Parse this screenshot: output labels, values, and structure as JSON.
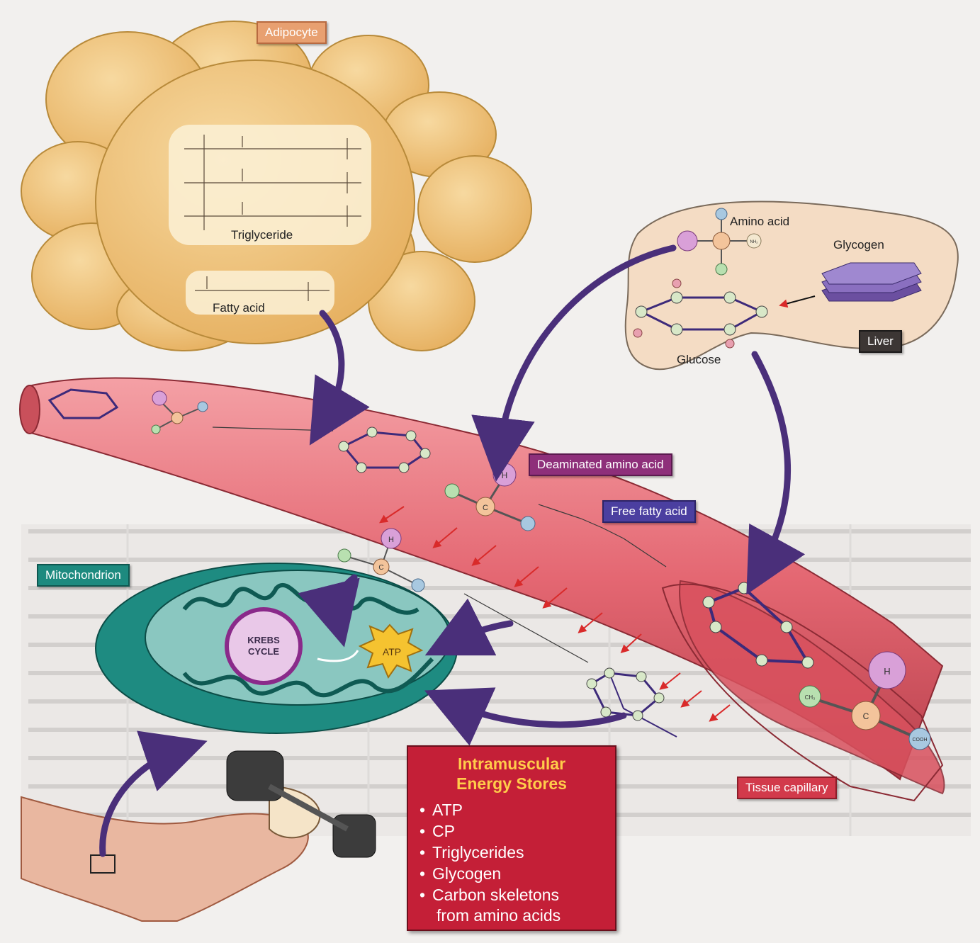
{
  "labels": {
    "adipocyte": "Adipocyte",
    "triglyceride": "Triglyceride",
    "fatty_acid": "Fatty acid",
    "amino_acid": "Amino acid",
    "glycogen": "Glycogen",
    "glucose": "Glucose",
    "liver": "Liver",
    "deaminated_amino_acid": "Deaminated amino acid",
    "free_fatty_acid": "Free fatty acid",
    "mitochondrion": "Mitochondrion",
    "krebs_cycle_line1": "KREBS",
    "krebs_cycle_line2": "CYCLE",
    "atp": "ATP",
    "tissue_capillary": "Tissue capillary",
    "atom_h": "H",
    "atom_c": "C",
    "atom_nh2": "NH₂",
    "atom_cooh": "COOH",
    "atom_ch3": "CH₃"
  },
  "energy_stores": {
    "title_line1": "Intramuscular",
    "title_line2": "Energy Stores",
    "items": [
      {
        "text": "ATP"
      },
      {
        "text": "CP"
      },
      {
        "text": "Triglycerides"
      },
      {
        "text": "Glycogen"
      },
      {
        "text": "Carbon skeletons"
      }
    ],
    "last_item_line2": "from amino acids"
  },
  "colors": {
    "adipocyte_fill": "#f0c27e",
    "adipocyte_stroke": "#b88a3a",
    "vessel": "#e86d77",
    "vessel_dark": "#b8404c",
    "liver": "#f4dcc4",
    "mitochondrion": "#1f8a80",
    "arrow_purple": "#4a2f7a",
    "arrow_red": "#d92a2a",
    "stores_box": "#c41f37",
    "stores_title": "#ffcc4a"
  }
}
